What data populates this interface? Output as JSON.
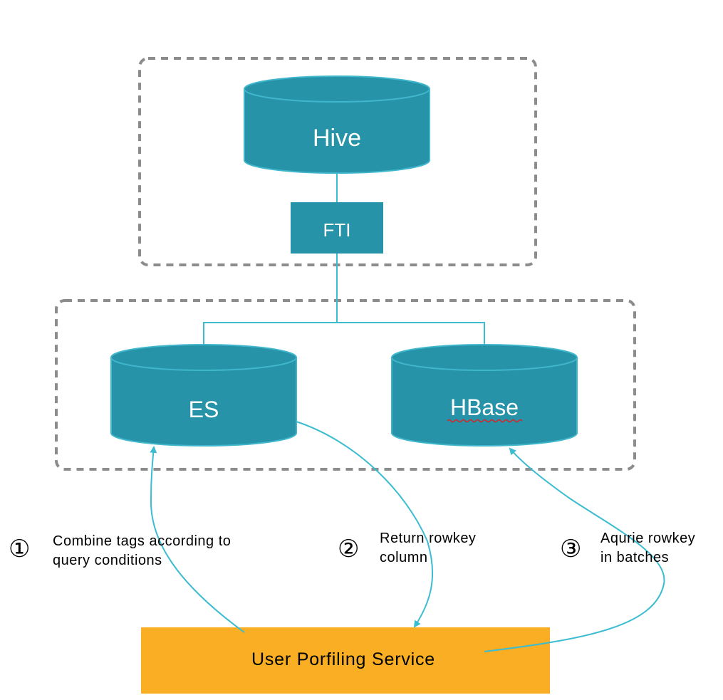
{
  "nodes": {
    "hive": "Hive",
    "fti": "FTI",
    "es": "ES",
    "hbase": "HBase",
    "service": "User Porfiling Service"
  },
  "steps": [
    {
      "number": "①",
      "line1": "Combine tags according to",
      "line2": "query conditions"
    },
    {
      "number": "②",
      "line1": "Return rowkey",
      "line2": "column"
    },
    {
      "number": "③",
      "line1": "Aqurie rowkey",
      "line2": "in batches"
    }
  ],
  "colors": {
    "cylinder": "#2793a8",
    "cylinder_stroke": "#3fb6cc",
    "connector": "#3cbcd0",
    "service": "#f9ae23",
    "group_border": "#8c8c8c"
  }
}
